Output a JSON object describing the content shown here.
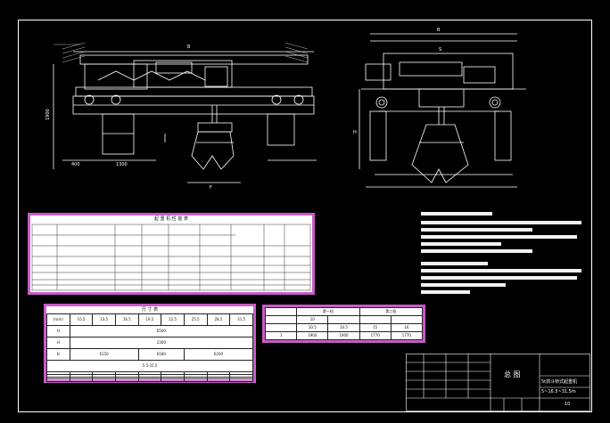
{
  "drawing": {
    "dimensions": {
      "front_height_left": "1900",
      "front_bottom_a": "1300",
      "front_bottom_b": "400",
      "front_span": "B",
      "side_top": "B",
      "side_mid": "S",
      "side_height": "H",
      "front_grab": "F"
    }
  },
  "table_main": {
    "title": "起 重 机 性 能 表"
  },
  "table_dims": {
    "title": "尺 寸 表",
    "headers": [
      "(mm)",
      "10.5",
      "13.5",
      "16.5",
      "19.5",
      "22.5",
      "25.5",
      "28.5",
      "31.5"
    ],
    "rows": [
      [
        "H",
        "6500",
        "",
        "",
        "",
        "",
        "",
        "",
        ""
      ],
      [
        "H",
        "2300",
        "",
        "",
        "",
        "",
        "",
        "",
        ""
      ],
      [
        "B",
        "6150",
        "",
        "6180",
        "",
        "",
        "",
        "",
        "6200"
      ]
    ],
    "footer": "5.5-31.5"
  },
  "table_wheel": {
    "headers": [
      "",
      "第一档",
      "",
      "第二档",
      ""
    ],
    "rows": [
      [
        "",
        "10",
        "",
        "",
        ""
      ],
      [
        "",
        "10.5",
        "10.5",
        "15",
        "16"
      ],
      [
        "1",
        "1900",
        "1900",
        "1770",
        "1770"
      ]
    ]
  },
  "title_block": {
    "drawing_name": "总 图",
    "model": "5~16.5~31.5m",
    "sheet": "10",
    "product": "5t抓斗桥式起重机"
  }
}
